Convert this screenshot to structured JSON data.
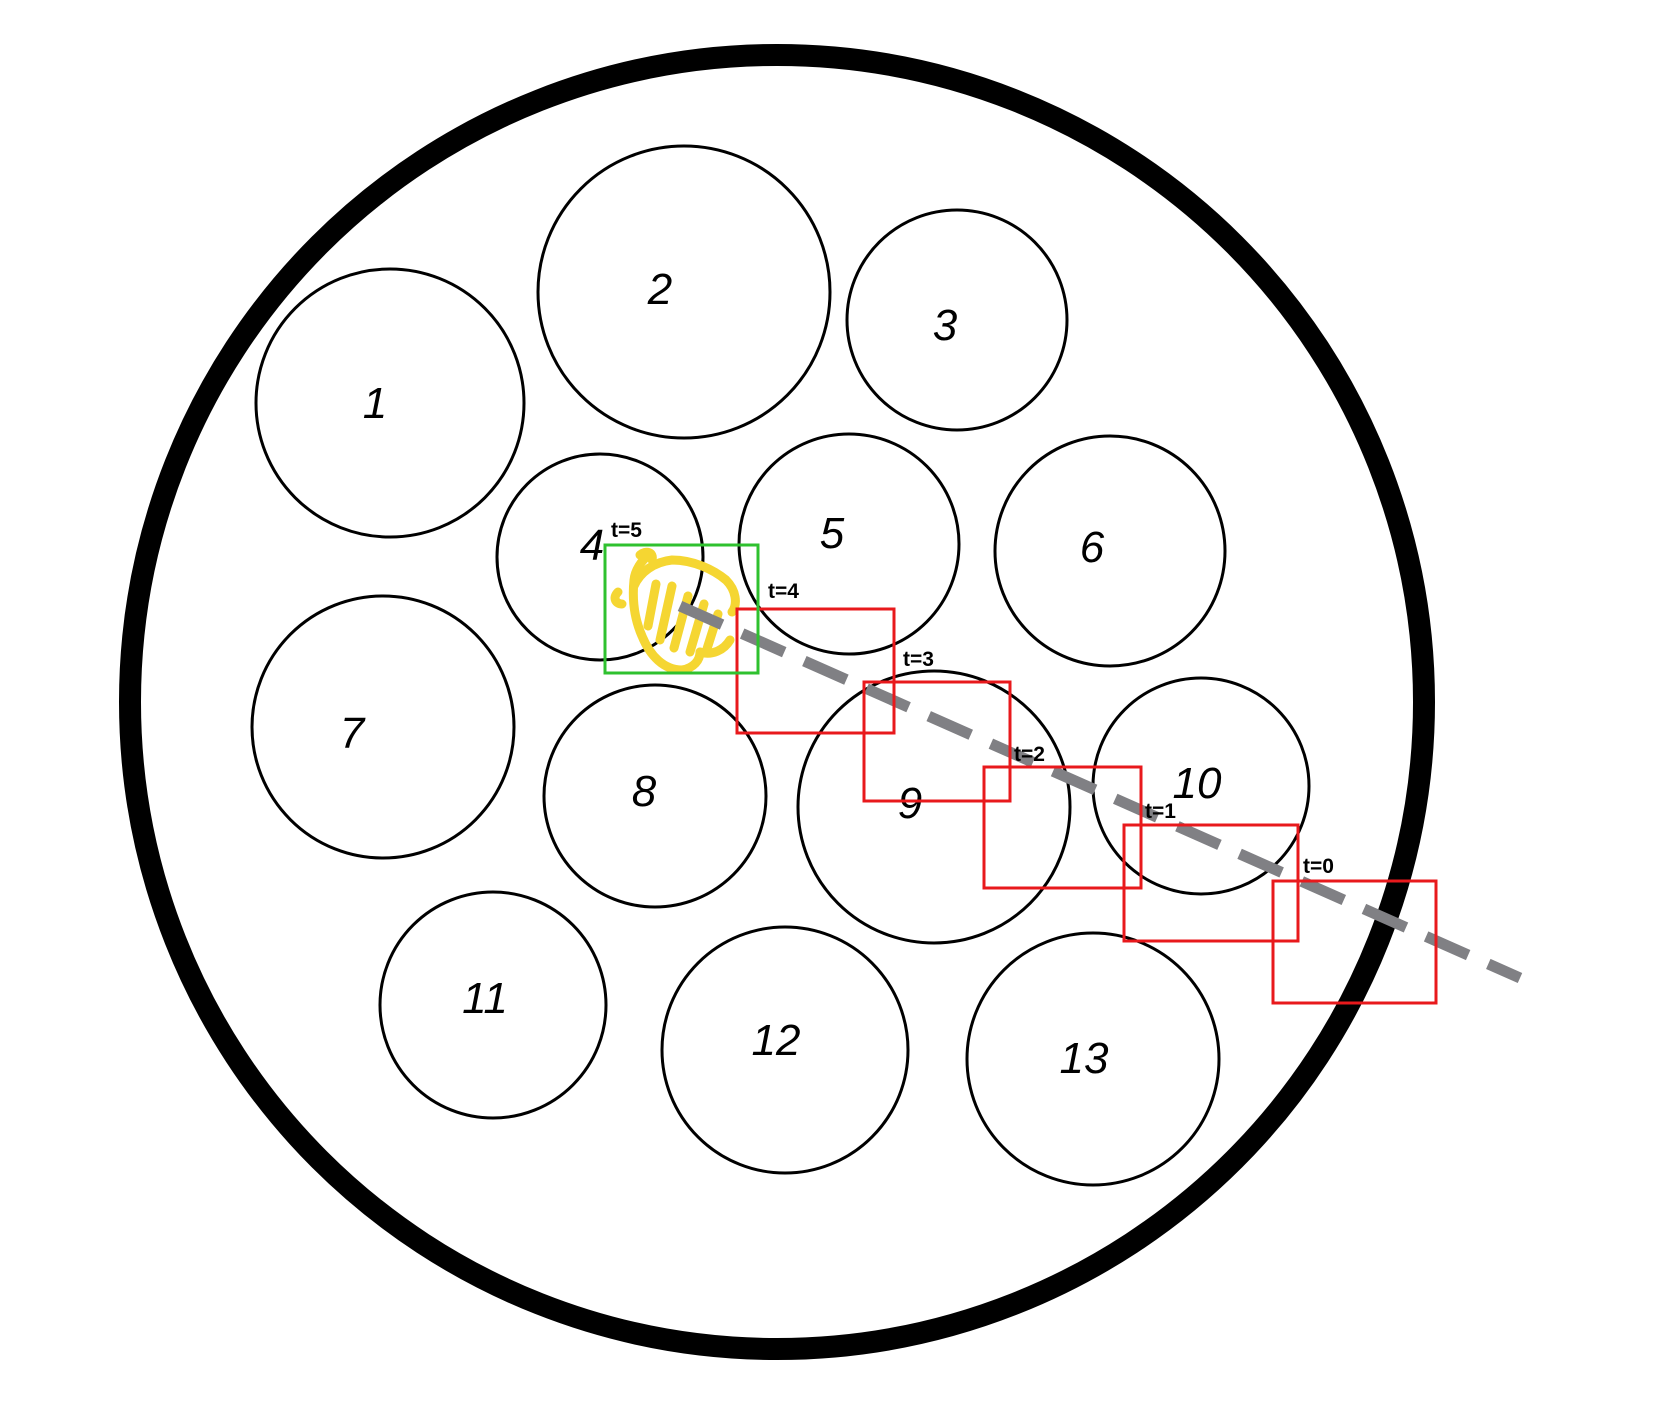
{
  "circles": [
    {
      "label": "1"
    },
    {
      "label": "2"
    },
    {
      "label": "3"
    },
    {
      "label": "4"
    },
    {
      "label": "5"
    },
    {
      "label": "6"
    },
    {
      "label": "7"
    },
    {
      "label": "8"
    },
    {
      "label": "9"
    },
    {
      "label": "10"
    },
    {
      "label": "11"
    },
    {
      "label": "12"
    },
    {
      "label": "13"
    }
  ],
  "time_boxes": [
    {
      "label": "t=0",
      "status": "red"
    },
    {
      "label": "t=1",
      "status": "red"
    },
    {
      "label": "t=2",
      "status": "red"
    },
    {
      "label": "t=3",
      "status": "red"
    },
    {
      "label": "t=4",
      "status": "red"
    },
    {
      "label": "t=5",
      "status": "green"
    }
  ],
  "colors": {
    "outer_ring": "#000000",
    "path": "#808084",
    "box_red": "#e8191c",
    "box_green": "#2fc12f",
    "scribble": "#f5d632"
  }
}
